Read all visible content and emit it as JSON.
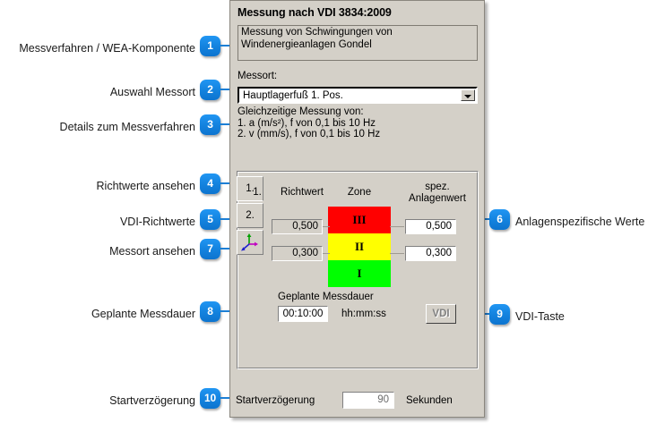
{
  "window": {
    "title": "Messung nach VDI 3834:2009",
    "description": "Messung von Schwingungen von Windenergieanlagen\nGondel",
    "messort_label": "Messort:",
    "messort_value": "Hauptlagerfuß 1. Pos.",
    "details": "Gleichzeitige Messung von:\n1. a (m/s²), f von 0,1 bis 10 Hz\n2. v (mm/s), f von 0,1 bis 10 Hz",
    "tabs": [
      {
        "label": "1.",
        "selected": true
      },
      {
        "label": "2.",
        "selected": false
      },
      {
        "label": "",
        "selected": false,
        "icon": "axis-icon"
      }
    ],
    "columns": {
      "index": "1.",
      "richtwert": "Richtwert",
      "zone": "Zone",
      "anlagenwert": "spez.\nAnlagenwert"
    },
    "richtwerte": [
      "0,500",
      "0,300"
    ],
    "anlagenwerte": [
      "0,500",
      "0,300"
    ],
    "zones": [
      {
        "label": "III",
        "color": "#ff0000"
      },
      {
        "label": "II",
        "color": "#ffff00"
      },
      {
        "label": "I",
        "color": "#00ff00"
      }
    ],
    "messdauer_label": "Geplante Messdauer",
    "messdauer_value": "00:10:00",
    "messdauer_format": "hh:mm:ss",
    "vdi_button": "VDI",
    "startverzoegerung_label": "Startverzögerung",
    "startverzoegerung_value": "90",
    "startverzoegerung_unit": "Sekunden"
  },
  "callouts": {
    "c1": {
      "num": "1",
      "label": "Messverfahren / WEA-Komponente"
    },
    "c2": {
      "num": "2",
      "label": "Auswahl Messort"
    },
    "c3": {
      "num": "3",
      "label": "Details zum Messverfahren"
    },
    "c4": {
      "num": "4",
      "label": "Richtwerte ansehen"
    },
    "c5": {
      "num": "5",
      "label": "VDI-Richtwerte"
    },
    "c6": {
      "num": "6",
      "label": "Anlagenspezifische Werte"
    },
    "c7": {
      "num": "7",
      "label": "Messort ansehen"
    },
    "c8": {
      "num": "8",
      "label": "Geplante Messdauer"
    },
    "c9": {
      "num": "9",
      "label": "VDI-Taste"
    },
    "c10": {
      "num": "10",
      "label": "Startverzögerung"
    }
  },
  "colors": {
    "badge": "#1484e0",
    "leader": "#1d7fd4",
    "window_face": "#d4d0c8"
  }
}
